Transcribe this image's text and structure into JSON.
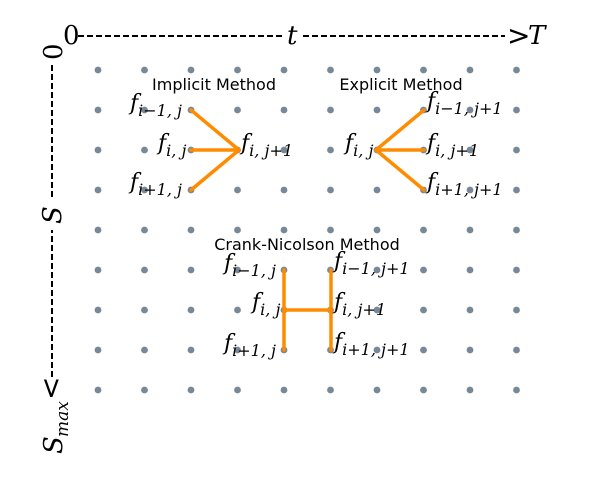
{
  "colors": {
    "grid_dot": "#778899",
    "stencil": "#ff8c00",
    "axis": "#000000",
    "background": "#ffffff"
  },
  "axes": {
    "t_origin": "0",
    "t_label": "t",
    "t_end": "T",
    "s_origin": "0",
    "s_label": "S",
    "s_end_base": "S",
    "s_end_sub": "max",
    "arrow_glyph": ">",
    "arrow_glyph_down": "<"
  },
  "grid": {
    "columns": 10,
    "rows": 9
  },
  "methods": {
    "implicit": {
      "title": "Implicit Method",
      "labels": [
        {
          "base": "f",
          "sub": "i−1, j"
        },
        {
          "base": "f",
          "sub": "i, j"
        },
        {
          "base": "f",
          "sub": "i+1, j"
        },
        {
          "base": "f",
          "sub": "i, j+1"
        }
      ]
    },
    "explicit": {
      "title": "Explicit Method",
      "labels": [
        {
          "base": "f",
          "sub": "i, j"
        },
        {
          "base": "f",
          "sub": "i−1, j+1"
        },
        {
          "base": "f",
          "sub": "i, j+1"
        },
        {
          "base": "f",
          "sub": "i+1, j+1"
        }
      ]
    },
    "crank_nicolson": {
      "title": "Crank-Nicolson Method",
      "labels": [
        {
          "base": "f",
          "sub": "i−1, j"
        },
        {
          "base": "f",
          "sub": "i, j"
        },
        {
          "base": "f",
          "sub": "i+1, j"
        },
        {
          "base": "f",
          "sub": "i−1, j+1"
        },
        {
          "base": "f",
          "sub": "i, j+1"
        },
        {
          "base": "f",
          "sub": "i+1, j+1"
        }
      ]
    }
  }
}
